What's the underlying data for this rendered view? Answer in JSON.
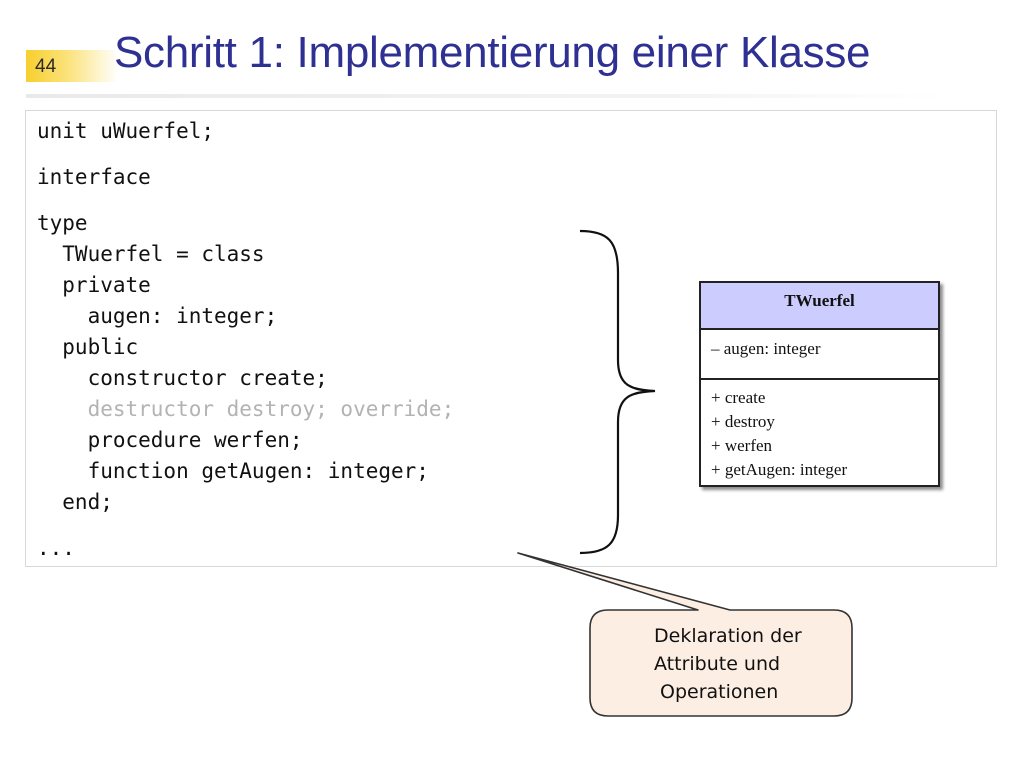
{
  "slide": {
    "page_number": "44",
    "title": "Schritt 1: Implementierung einer Klasse"
  },
  "code": {
    "line_unit": "unit uWuerfel;",
    "line_interface": "interface",
    "type_block": [
      {
        "text": "type",
        "muted": false
      },
      {
        "text": "  TWuerfel = class",
        "muted": false
      },
      {
        "text": "  private",
        "muted": false
      },
      {
        "text": "    augen: integer;",
        "muted": false
      },
      {
        "text": "  public",
        "muted": false
      },
      {
        "text": "    constructor create;",
        "muted": false
      },
      {
        "text": "    destructor destroy; override;",
        "muted": true
      },
      {
        "text": "    procedure werfen;",
        "muted": false
      },
      {
        "text": "    function getAugen: integer;",
        "muted": false
      },
      {
        "text": "  end;",
        "muted": false
      }
    ],
    "line_ellipsis": "..."
  },
  "uml_class": {
    "name": "TWuerfel",
    "attributes": [
      "– augen: integer"
    ],
    "operations": [
      "+ create",
      "+ destroy",
      "+ werfen",
      "+ getAugen: integer"
    ],
    "header_color": "#ccccff"
  },
  "callout": {
    "lines": [
      "Deklaration der",
      "Attribute und",
      "Operationen"
    ],
    "fill_color": "#fdeee4",
    "border_color": "#333333"
  },
  "colors": {
    "title": "#2e3192",
    "page_number_bar": "#f7cf2e",
    "muted_code": "#b3b3b3"
  }
}
